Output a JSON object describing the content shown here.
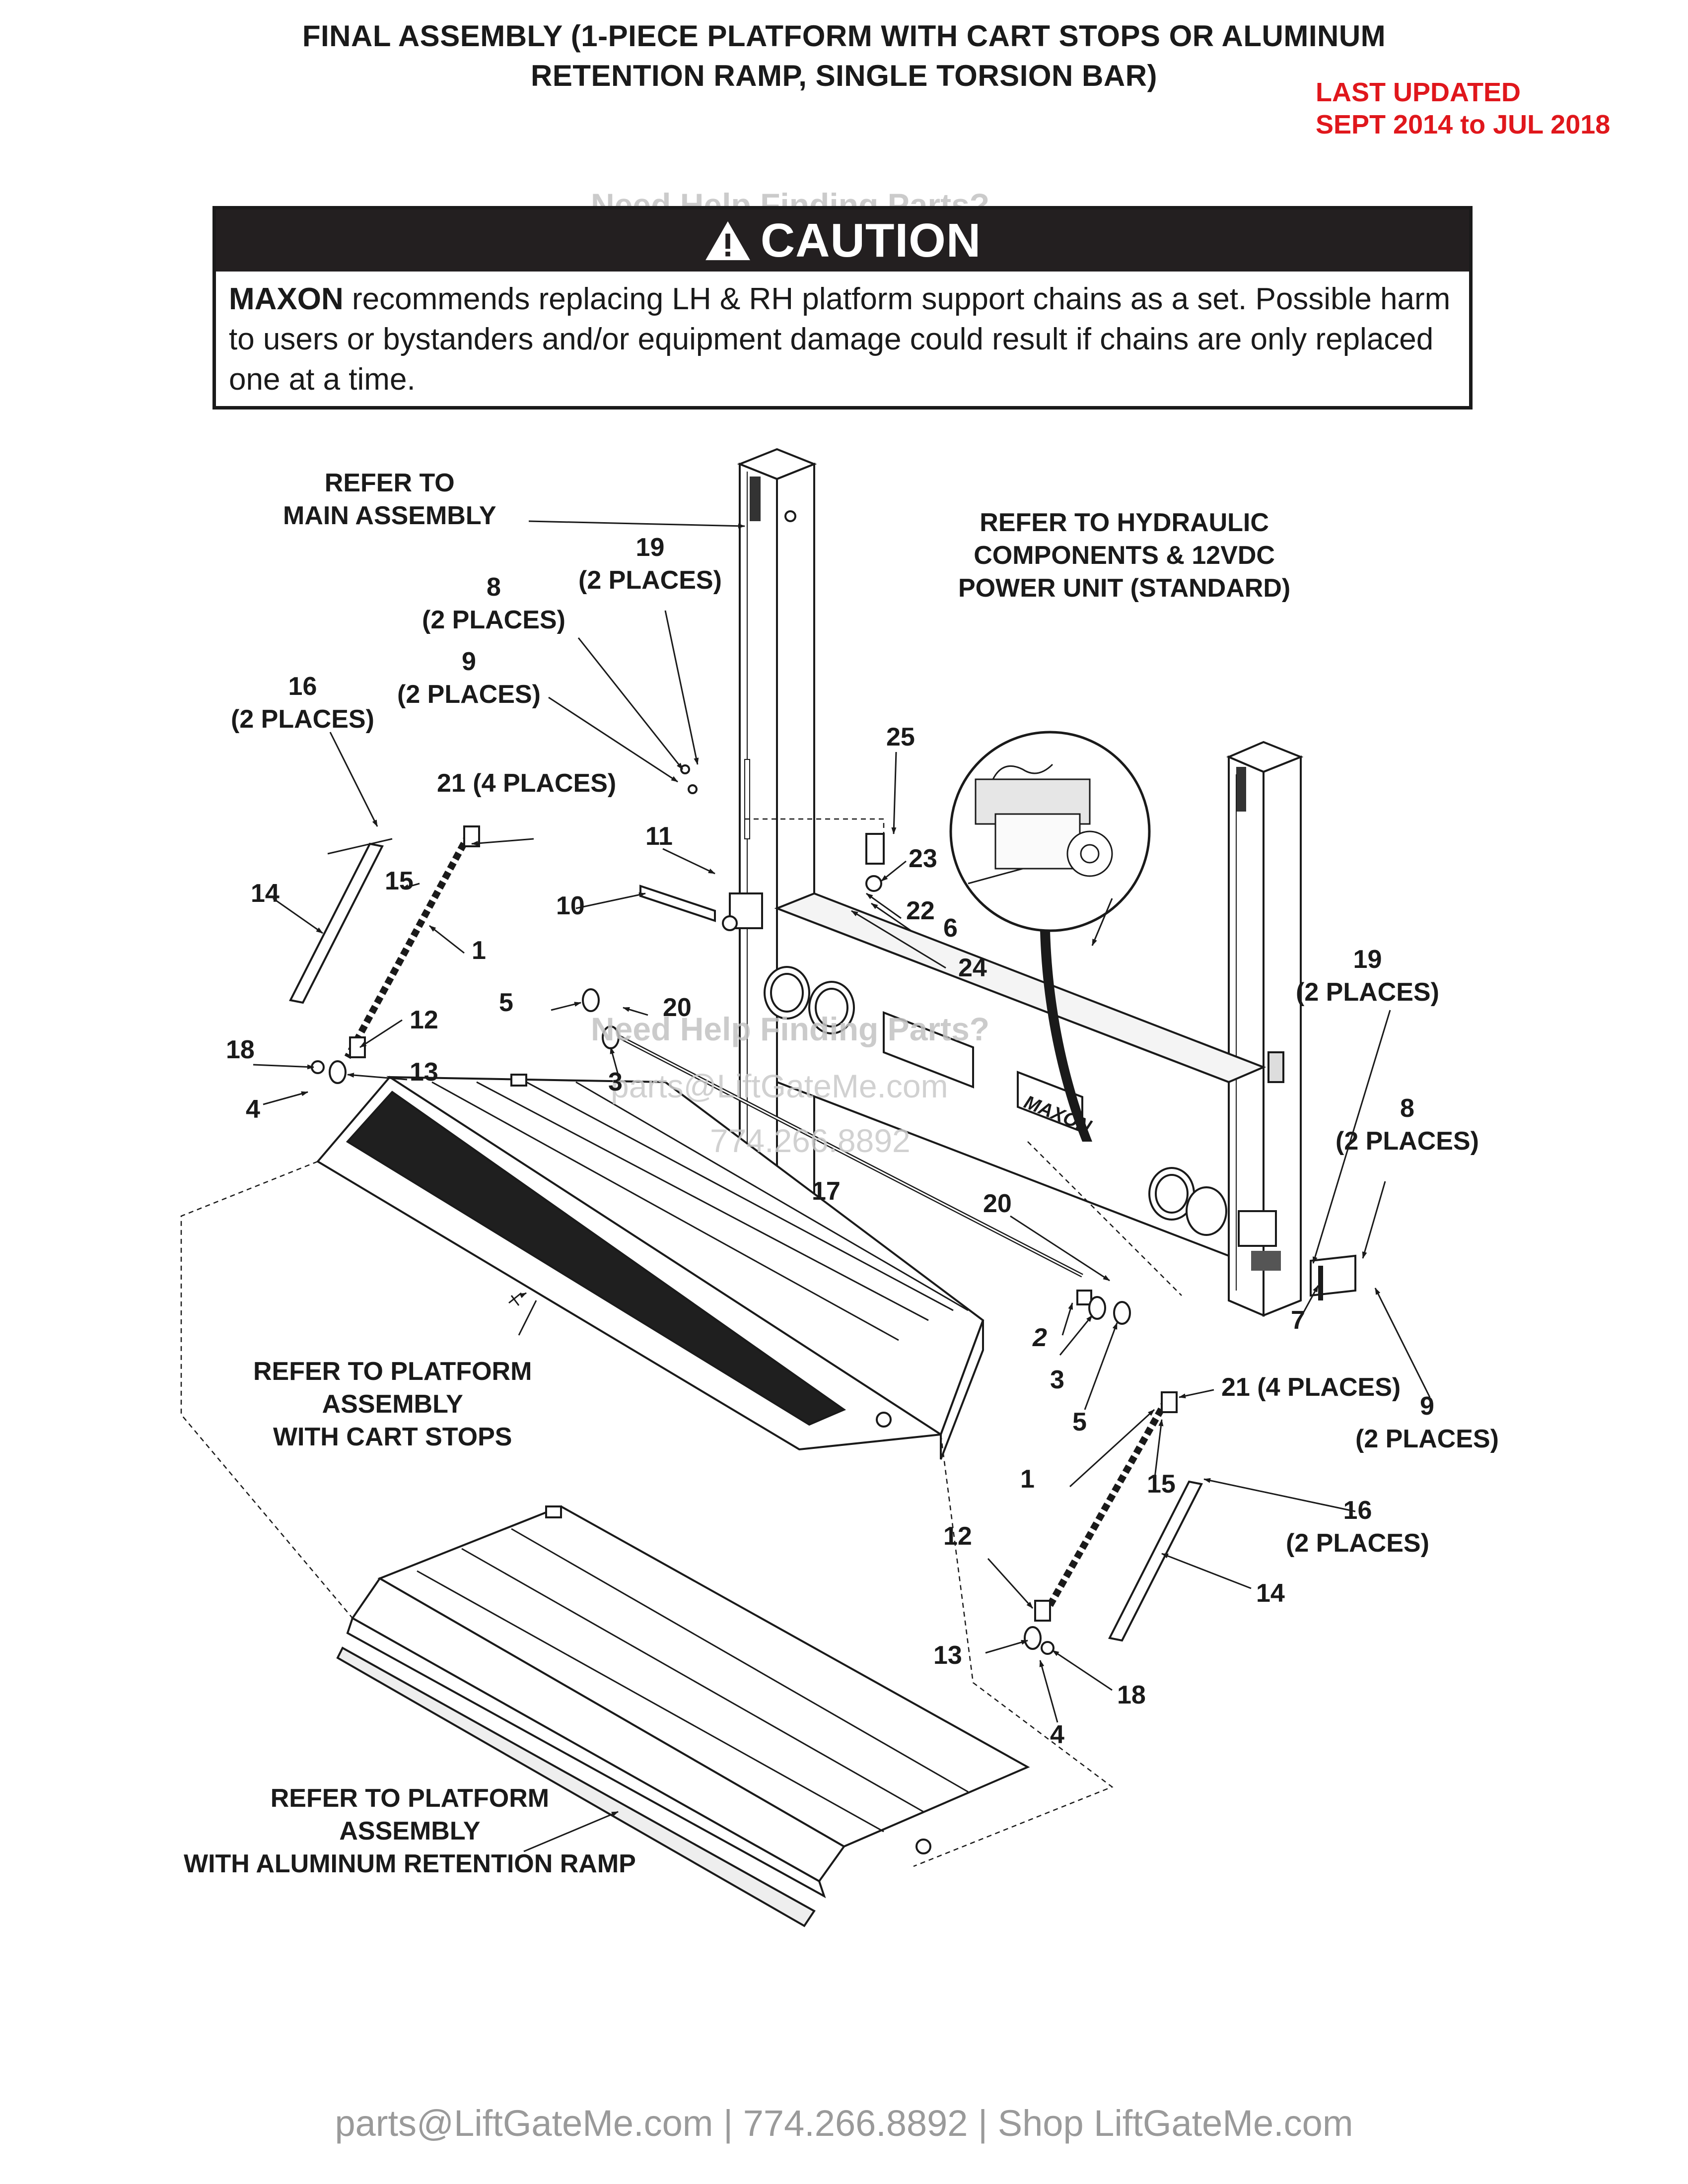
{
  "header": {
    "title_line1": "FINAL ASSEMBLY (1-PIECE PLATFORM WITH CART STOPS OR ALUMINUM",
    "title_line2": "RETENTION RAMP, SINGLE TORSION BAR)",
    "updated_line1": "LAST UPDATED",
    "updated_line2": "SEPT 2014 to JUL 2018"
  },
  "colors": {
    "updated_red": "#e0171c",
    "caution_black": "#231f20",
    "footer_gray": "#9a9a9a"
  },
  "caution": {
    "icon": "warning-triangle-icon",
    "title": "CAUTION",
    "brand": "MAXON",
    "text": " recommends replacing LH & RH platform support chains as a set. Possible harm to users or bystanders and/or equipment damage could result if chains are only replaced one at a time."
  },
  "watermarks": {
    "need_help": "Need Help Finding Parts?",
    "email": "parts@LiftGateMe.com",
    "phone": "774.266.8892"
  },
  "callouts": {
    "refer_main": "REFER TO\nMAIN ASSEMBLY",
    "refer_hydraulic": "REFER TO HYDRAULIC\nCOMPONENTS & 12VDC\nPOWER UNIT (STANDARD)",
    "refer_platform_cart": "REFER TO PLATFORM\nASSEMBLY\nWITH CART STOPS",
    "refer_platform_ramp": "REFER TO PLATFORM\nASSEMBLY\nWITH ALUMINUM RETENTION RAMP",
    "maxon_badge": "MAXON",
    "p19_l": "19\n(2 PLACES)",
    "p8_l": "8\n(2 PLACES)",
    "p9_l": "9\n(2 PLACES)",
    "p16_l": "16\n(2 PLACES)",
    "p21_l": "21 (4 PLACES)",
    "p25": "25",
    "p11": "11",
    "p23": "23",
    "p15_l": "15",
    "p14_l": "14",
    "p10": "10",
    "p22": "22",
    "p6": "6",
    "p1_l": "1",
    "p24": "24",
    "p12_l": "12",
    "p5_l": "5",
    "p20_l": "20",
    "p18_l": "18",
    "p13_l": "13",
    "p3_l": "3",
    "p4_l": "4",
    "p19_r": "19\n(2 PLACES)",
    "p8_r": "8\n(2 PLACES)",
    "p17": "17",
    "p20_r": "20",
    "p7": "7",
    "p2": "2",
    "p3_r": "3",
    "p5_r": "5",
    "p21_r": "21 (4 PLACES)",
    "p9_r": "9\n(2 PLACES)",
    "p15_r": "15",
    "p1_r": "1",
    "p16_r": "16\n(2 PLACES)",
    "p12_r": "12",
    "p14_r": "14",
    "p13_r": "13",
    "p18_r": "18",
    "p4_r": "4"
  },
  "footer": "parts@LiftGateMe.com | 774.266.8892 | Shop LiftGateMe.com"
}
